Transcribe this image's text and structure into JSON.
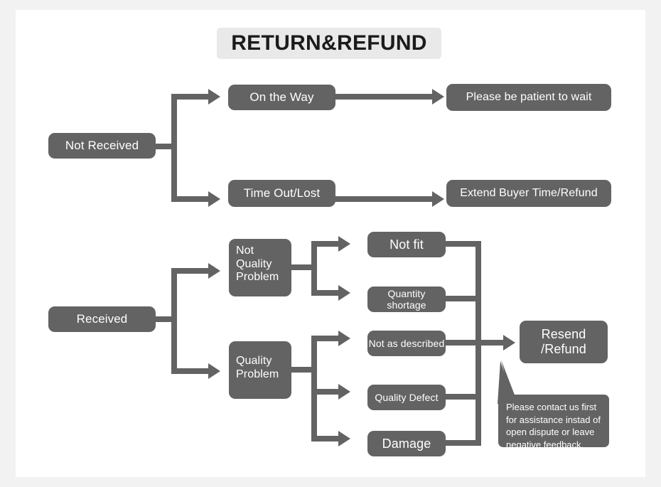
{
  "page": {
    "title": "RETURN&REFUND",
    "background_color": "#f2f2f3",
    "card_color": "#ffffff",
    "node_color": "#636363",
    "node_text_color": "#ffffff",
    "title_chip_color": "#e9e9e9",
    "title_text_color": "#1b1b1b",
    "connector_color": "#636363"
  },
  "chart_data": {
    "type": "diagram",
    "title": "RETURN&REFUND",
    "diagram_kind": "flowchart",
    "orientation": "left-to-right",
    "nodes": [
      {
        "id": "not_received",
        "label": "Not Received",
        "level": 0
      },
      {
        "id": "on_the_way",
        "label": "On the Way",
        "level": 1
      },
      {
        "id": "time_out_lost",
        "label": "Time Out/Lost",
        "level": 1
      },
      {
        "id": "please_wait",
        "label": "Please be patient to wait",
        "level": 2
      },
      {
        "id": "extend_refund",
        "label": "Extend Buyer Time/Refund",
        "level": 2
      },
      {
        "id": "received",
        "label": "Received",
        "level": 0
      },
      {
        "id": "not_quality_problem",
        "label": "Not\nQuality\nProblem",
        "level": 1
      },
      {
        "id": "quality_problem",
        "label": "Quality\nProblem",
        "level": 1
      },
      {
        "id": "not_fit",
        "label": "Not fit",
        "level": 2
      },
      {
        "id": "quantity_shortage",
        "label": "Quantity shortage",
        "level": 2
      },
      {
        "id": "not_as_described",
        "label": "Not as described",
        "level": 2
      },
      {
        "id": "quality_defect",
        "label": "Quality Defect",
        "level": 2
      },
      {
        "id": "damage",
        "label": "Damage",
        "level": 2
      },
      {
        "id": "resend_refund",
        "label": "Resend\n/Refund",
        "level": 3
      }
    ],
    "edges": [
      {
        "from": "not_received",
        "to": "on_the_way"
      },
      {
        "from": "not_received",
        "to": "time_out_lost"
      },
      {
        "from": "on_the_way",
        "to": "please_wait"
      },
      {
        "from": "time_out_lost",
        "to": "extend_refund"
      },
      {
        "from": "received",
        "to": "not_quality_problem"
      },
      {
        "from": "received",
        "to": "quality_problem"
      },
      {
        "from": "not_quality_problem",
        "to": "not_fit"
      },
      {
        "from": "not_quality_problem",
        "to": "quantity_shortage"
      },
      {
        "from": "quality_problem",
        "to": "not_as_described"
      },
      {
        "from": "quality_problem",
        "to": "quality_defect"
      },
      {
        "from": "quality_problem",
        "to": "damage"
      },
      {
        "from": "not_fit",
        "to": "resend_refund"
      },
      {
        "from": "quantity_shortage",
        "to": "resend_refund"
      },
      {
        "from": "not_as_described",
        "to": "resend_refund"
      },
      {
        "from": "quality_defect",
        "to": "resend_refund"
      },
      {
        "from": "damage",
        "to": "resend_refund"
      }
    ],
    "annotations": [
      {
        "id": "contact_note",
        "text": "Please contact us first for assistance instad of open dispute or leave negative feedback.",
        "attached_to": "resend_refund"
      }
    ]
  },
  "nodes": {
    "not_received": "Not Received",
    "on_the_way": "On the Way",
    "time_out_lost": "Time Out/Lost",
    "please_wait": "Please be patient to wait",
    "extend_refund": "Extend Buyer Time/Refund",
    "received": "Received",
    "not_quality_problem_l1": "Not",
    "not_quality_problem_l2": "Quality",
    "not_quality_problem_l3": "Problem",
    "quality_problem_l1": "Quality",
    "quality_problem_l2": "Problem",
    "not_fit": "Not fit",
    "quantity_shortage": "Quantity shortage",
    "not_as_described": "Not as described",
    "quality_defect": "Quality Defect",
    "damage": "Damage",
    "resend_refund_l1": "Resend",
    "resend_refund_l2": "/Refund"
  },
  "tooltip": {
    "line1": "Please contact us first",
    "line2": "for assistance instad of",
    "line3": "open dispute or leave",
    "line4": "negative feedback."
  }
}
